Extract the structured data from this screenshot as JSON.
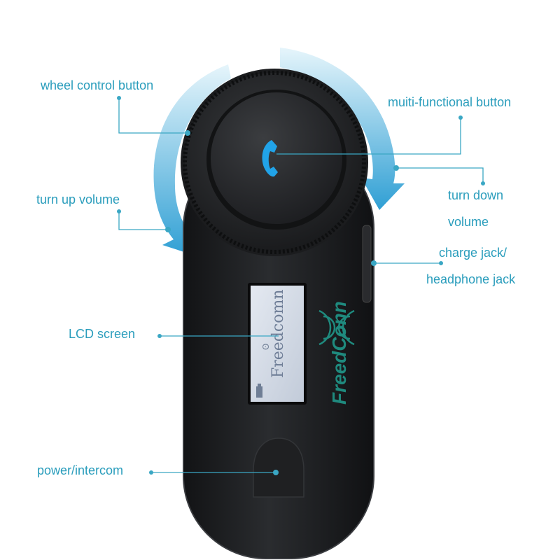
{
  "colors": {
    "label": "#2a9dbc",
    "leader": "#3aa7c4",
    "arrow": "#37a9d6",
    "device_body": "#1e1f21",
    "lcd": "#d4dbe6",
    "brand": "#1f8a7e",
    "button_accent": "#21a3e8"
  },
  "labels": {
    "wheel": "wheel control button",
    "multi": "muiti-functional button",
    "turn_down_1": "turn down",
    "turn_down_2": "volume",
    "turn_up": "turn up volume",
    "charge_1": "charge jack/",
    "charge_2": "headphone jack",
    "lcd": "LCD screen",
    "power": "power/intercom"
  },
  "device": {
    "brand": "FreedConn",
    "lcd_text": "Freedcomn"
  },
  "icons": {
    "multi_button": "phone-handset-icon",
    "brand_logo": "signal-waves-icon",
    "lcd_battery": "battery-icon",
    "lcd_bluetooth": "bluetooth-icon"
  }
}
